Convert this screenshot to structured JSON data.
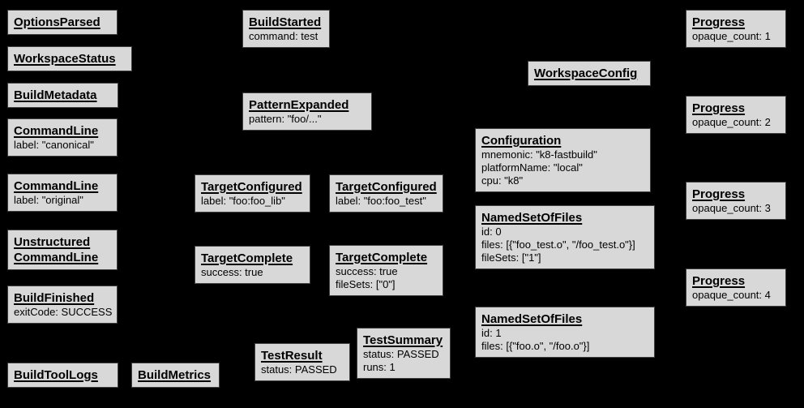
{
  "diagram": {
    "description": "Bazel Build Event Protocol event graph",
    "background_color": "#000000",
    "node_fill_color": "#d8d8d8",
    "node_border_color": "#404040",
    "node_text_color": "#000000"
  },
  "boxes": {
    "options_parsed": {
      "title": "OptionsParsed",
      "lines": []
    },
    "workspace_status": {
      "title": "WorkspaceStatus",
      "lines": []
    },
    "build_metadata": {
      "title": "BuildMetadata",
      "lines": []
    },
    "command_line_canonical": {
      "title": "CommandLine",
      "lines": [
        "label: \"canonical\""
      ]
    },
    "command_line_original": {
      "title": "CommandLine",
      "lines": [
        "label: \"original\""
      ]
    },
    "unstructured_command_line": {
      "title_line1": "Unstructured",
      "title_line2": "CommandLine",
      "lines": []
    },
    "build_finished": {
      "title": "BuildFinished",
      "lines": [
        "exitCode: SUCCESS"
      ]
    },
    "build_tool_logs": {
      "title": "BuildToolLogs",
      "lines": []
    },
    "build_metrics": {
      "title": "BuildMetrics",
      "lines": []
    },
    "build_started": {
      "title": "BuildStarted",
      "lines": [
        "command: test"
      ]
    },
    "pattern_expanded": {
      "title": "PatternExpanded",
      "lines": [
        "pattern: \"foo/...\""
      ]
    },
    "target_configured_lib": {
      "title": "TargetConfigured",
      "lines": [
        "label: \"foo:foo_lib\""
      ]
    },
    "target_configured_test": {
      "title": "TargetConfigured",
      "lines": [
        "label: \"foo:foo_test\""
      ]
    },
    "target_complete_lib": {
      "title": "TargetComplete",
      "lines": [
        "success: true"
      ]
    },
    "target_complete_test": {
      "title": "TargetComplete",
      "lines": [
        "success: true",
        "fileSets: [\"0\"]"
      ]
    },
    "test_result": {
      "title": "TestResult",
      "lines": [
        "status: PASSED"
      ]
    },
    "test_summary": {
      "title": "TestSummary",
      "lines": [
        "status: PASSED",
        "runs: 1"
      ]
    },
    "workspace_config": {
      "title": "WorkspaceConfig",
      "lines": []
    },
    "configuration": {
      "title": "Configuration",
      "lines": [
        "mnemonic: \"k8-fastbuild\"",
        "platformName: \"local\"",
        "cpu: \"k8\""
      ]
    },
    "named_set_of_files_0": {
      "title": "NamedSetOfFiles",
      "lines": [
        "id: 0",
        "files: [{\"foo_test.o\", \"/foo_test.o\"}]",
        "fileSets: [\"1\"]"
      ]
    },
    "named_set_of_files_1": {
      "title": "NamedSetOfFiles",
      "lines": [
        "id: 1",
        "files: [{\"foo.o\", \"/foo.o\"}]"
      ]
    },
    "progress_1": {
      "title": "Progress",
      "lines": [
        "opaque_count: 1"
      ]
    },
    "progress_2": {
      "title": "Progress",
      "lines": [
        "opaque_count: 2"
      ]
    },
    "progress_3": {
      "title": "Progress",
      "lines": [
        "opaque_count: 3"
      ]
    },
    "progress_4": {
      "title": "Progress",
      "lines": [
        "opaque_count: 4"
      ]
    }
  }
}
